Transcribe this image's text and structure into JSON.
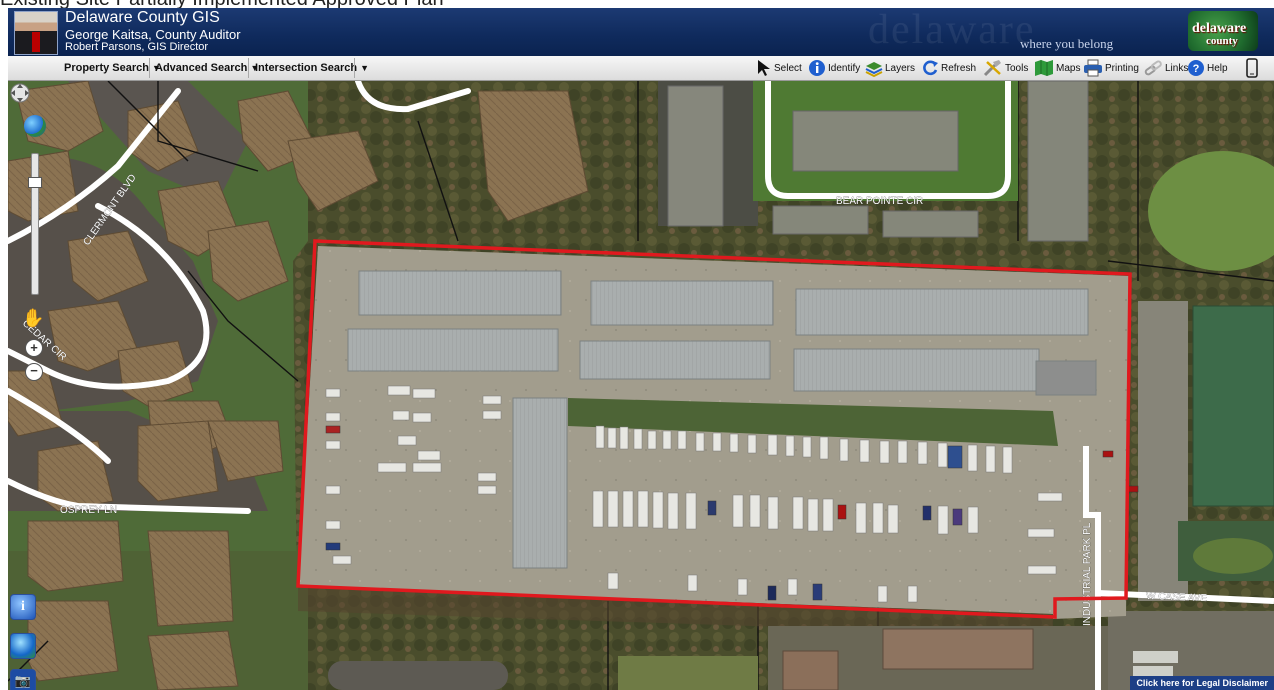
{
  "slide": {
    "caption": "Existing Site Partially Implemented Approved Plan"
  },
  "header": {
    "title": "Delaware County GIS",
    "subtitle": "George Kaitsa, County Auditor",
    "director": "Robert Parsons, GIS Director",
    "watermark": "delaware",
    "tagline": "where you belong",
    "logo_line1": "delaware",
    "logo_line2": "county"
  },
  "toolbar": {
    "menus": [
      "Property Search",
      "Advanced Search",
      "Intersection Search"
    ],
    "tools": [
      {
        "label": "Select",
        "icon": "arrow-cursor-icon"
      },
      {
        "label": "Identify",
        "icon": "info-icon"
      },
      {
        "label": "Layers",
        "icon": "layers-icon"
      },
      {
        "label": "Refresh",
        "icon": "refresh-icon"
      },
      {
        "label": "Tools",
        "icon": "tools-icon"
      },
      {
        "label": "Maps",
        "icon": "map-icon"
      },
      {
        "label": "Printing",
        "icon": "printer-icon"
      },
      {
        "label": "Links",
        "icon": "link-icon"
      },
      {
        "label": "Help",
        "icon": "help-icon"
      },
      {
        "label": "",
        "icon": "mobile-icon"
      }
    ]
  },
  "map": {
    "road_labels": [
      "CLERMONT BLVD",
      "BEAR POINTE CIR",
      "CEDAR CIR",
      "OSPREY LN",
      "INDUSTRIAL PARK PL",
      "W CASE AVE"
    ],
    "scale_text": "Click here for Legal Disclaimer",
    "highlight_color": "#e0191e"
  }
}
